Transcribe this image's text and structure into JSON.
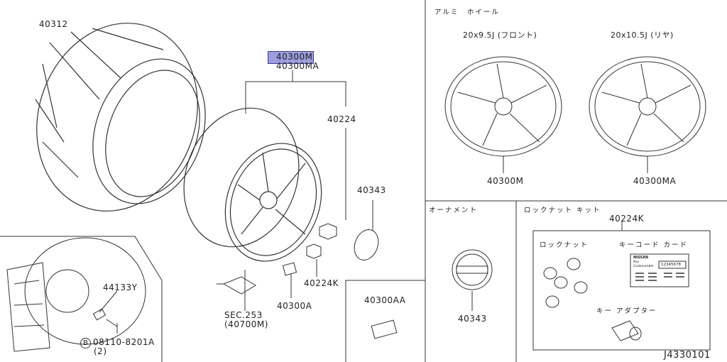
{
  "diagram_code": "J4330101",
  "highlight_color": "#7878d0",
  "sections": {
    "aluminum_wheel": {
      "title": "アルミ　ホイール",
      "front_spec": "20x9.5J (フロント)",
      "rear_spec": "20x10.5J (リヤ)",
      "front_part": "40300M",
      "rear_part": "40300MA"
    },
    "ornament": {
      "title": "オーナメント",
      "part": "40343"
    },
    "lock_nut_kit": {
      "title": "ロックナット キット",
      "part": "40224K",
      "lock_nut": "ロックナット",
      "key_code_card": "キーコード カード",
      "key_adapter": "キー アダプター",
      "card_brand": "NISSAN",
      "card_text1": "Key",
      "card_text2": "Codenumber",
      "card_number": "12345678"
    }
  },
  "main_labels": {
    "tire": "40312",
    "wheel_selected": "40300M",
    "wheel_alt": "40300MA",
    "wheel_nut": "40224",
    "center_cap": "40343",
    "lock_nut": "40224K",
    "weight": "40300A",
    "weight_aa": "40300AA",
    "sensor_sec": "SEC.253",
    "sensor_part": "(40700M)",
    "stud": "44133Y",
    "bolt": "08110-8201A",
    "bolt_qty": "(2)",
    "bolt_marker": "B"
  }
}
